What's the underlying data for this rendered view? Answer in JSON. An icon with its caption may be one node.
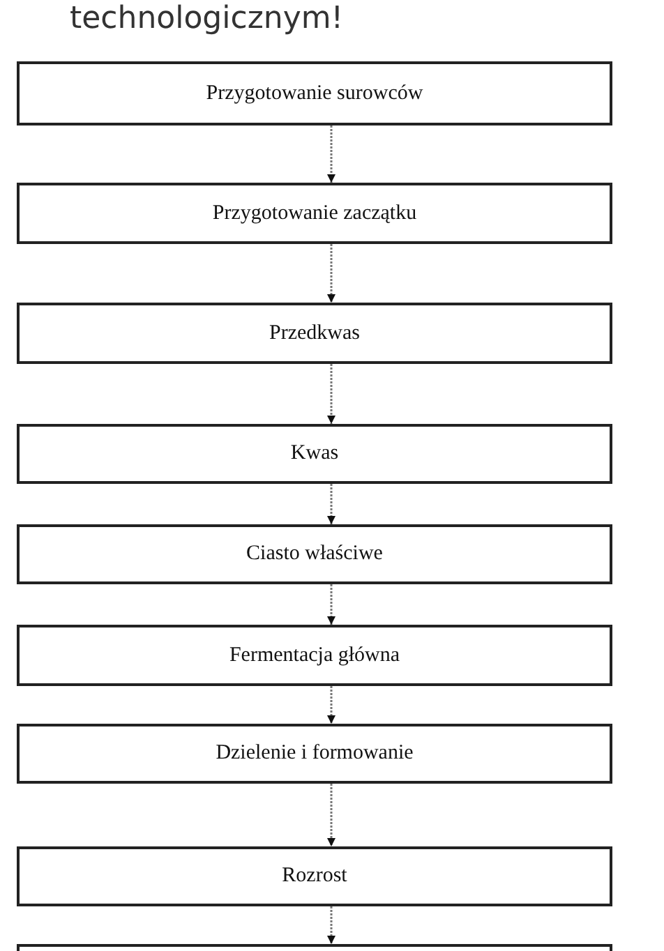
{
  "diagram": {
    "title": "technologicznym!",
    "nodes": [
      {
        "text": [
          "Przygotowanie surowców"
        ]
      },
      {
        "text": [
          "Przygotowanie zaczątku"
        ]
      },
      {
        "text": [
          "Przedkwas"
        ]
      },
      {
        "text": [
          "Kwas"
        ]
      },
      {
        "text": [
          "Ciasto właściwe"
        ]
      },
      {
        "text": [
          "Fermentacja główna"
        ]
      },
      {
        "text": [
          "Dzielenie i formowanie"
        ]
      },
      {
        "text": [
          "Rozrost"
        ]
      },
      {
        "text": [],
        "shape": "box"
      }
    ],
    "edges": [
      {
        "from": 0,
        "to": 1,
        "arrow": "to"
      },
      {
        "from": 1,
        "to": 2,
        "arrow": "to"
      },
      {
        "from": 2,
        "to": 3,
        "arrow": "to"
      },
      {
        "from": 3,
        "to": 4,
        "arrow": "to"
      },
      {
        "from": 4,
        "to": 5,
        "arrow": "to"
      },
      {
        "from": 5,
        "to": 6,
        "arrow": "to"
      },
      {
        "from": 6,
        "to": 7,
        "arrow": "to"
      },
      {
        "from": 7,
        "to": 8,
        "arrow": "to"
      }
    ]
  }
}
